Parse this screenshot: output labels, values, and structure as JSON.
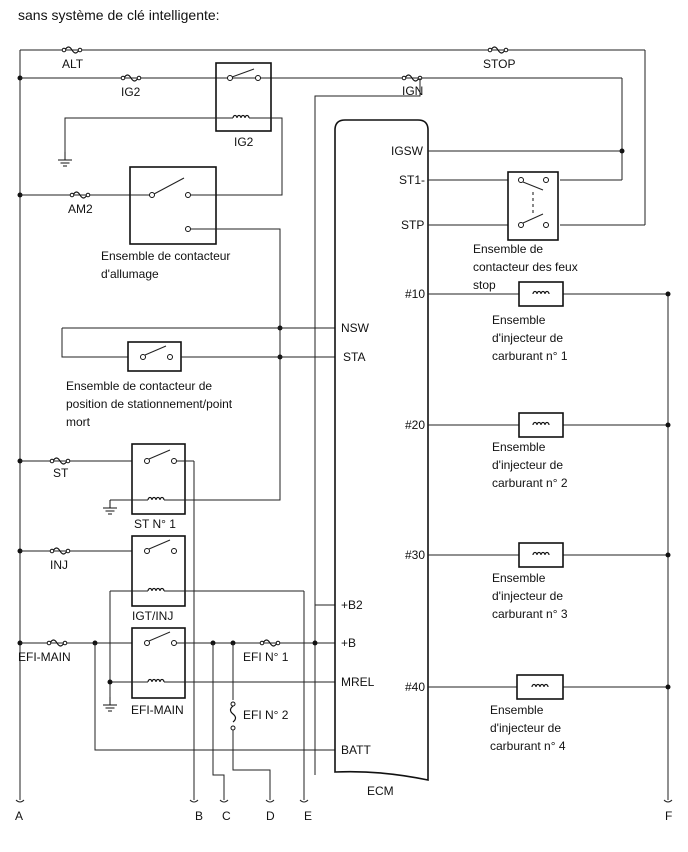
{
  "title": "sans système de clé intelligente:",
  "fuses": {
    "alt": "ALT",
    "stop": "STOP",
    "ig2": "IG2",
    "ign": "IGN",
    "am2": "AM2",
    "st": "ST",
    "inj": "INJ",
    "efi_main": "EFI-MAIN",
    "efi1": "EFI N° 1",
    "efi2": "EFI N° 2"
  },
  "relays": {
    "ig2": "IG2",
    "st1": "ST N° 1",
    "igt_inj": "IGT/INJ",
    "efi_main": "EFI-MAIN"
  },
  "components": {
    "ignition_switch": [
      "Ensemble de contacteur",
      "d'allumage"
    ],
    "park_neutral_switch": [
      "Ensemble de contacteur de",
      "position de stationnement/point",
      "mort"
    ],
    "stop_light_switch": [
      "Ensemble de",
      "contacteur des feux",
      "stop"
    ],
    "injector1": [
      "Ensemble",
      "d'injecteur de",
      "carburant n° 1"
    ],
    "injector2": [
      "Ensemble",
      "d'injecteur de",
      "carburant n° 2"
    ],
    "injector3": [
      "Ensemble",
      "d'injecteur de",
      "carburant n° 3"
    ],
    "injector4": [
      "Ensemble",
      "d'injecteur de",
      "carburant n° 4"
    ]
  },
  "ecm": {
    "label": "ECM",
    "pins": {
      "igsw": "IGSW",
      "st1": "ST1-",
      "stp": "STP",
      "nsw": "NSW",
      "sta": "STA",
      "b2": "+B2",
      "b": "+B",
      "mrel": "MREL",
      "batt": "BATT",
      "n10": "#10",
      "n20": "#20",
      "n30": "#30",
      "n40": "#40"
    }
  },
  "connectors": {
    "a": "A",
    "b": "B",
    "c": "C",
    "d": "D",
    "e": "E",
    "f": "F"
  }
}
